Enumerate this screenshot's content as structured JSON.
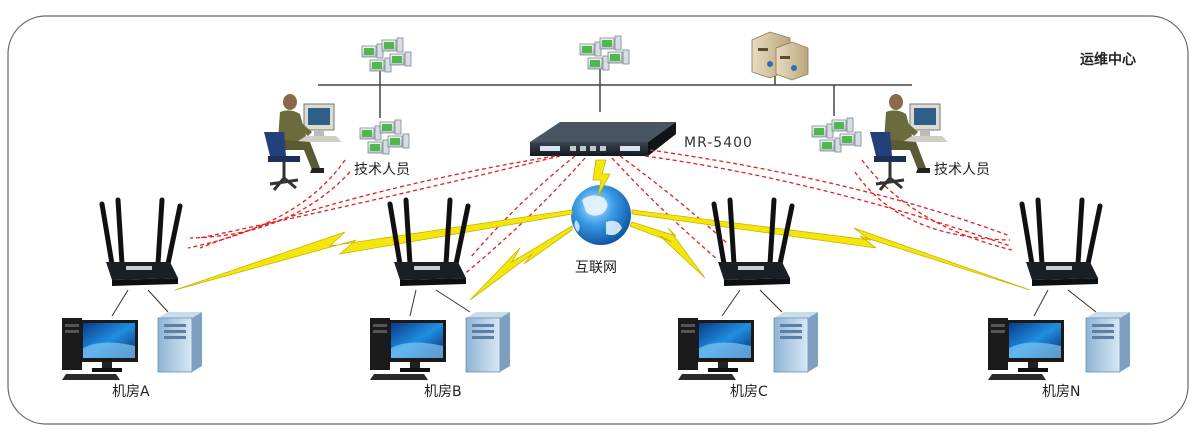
{
  "diagram": {
    "center_label": "运维中心",
    "router_label": "MR-5400",
    "internet_label": "互联网",
    "tech_left_label": "技术人员",
    "tech_right_label": "技术人员",
    "rooms": [
      {
        "label": "机房A"
      },
      {
        "label": "机房B"
      },
      {
        "label": "机房C"
      },
      {
        "label": "机房N"
      }
    ],
    "colors": {
      "frame": "#666666",
      "link_dash": "#e02020",
      "bolt": "#f5e60a",
      "bolt_edge": "#c8b400",
      "globe": "#1e7fd0",
      "bus": "#444444"
    },
    "icons": [
      "pc-cluster-icon",
      "server-icon",
      "technician-icon",
      "router-icon",
      "globe-icon",
      "wireless-router-icon",
      "desktop-pc-icon",
      "tower-server-icon"
    ]
  }
}
